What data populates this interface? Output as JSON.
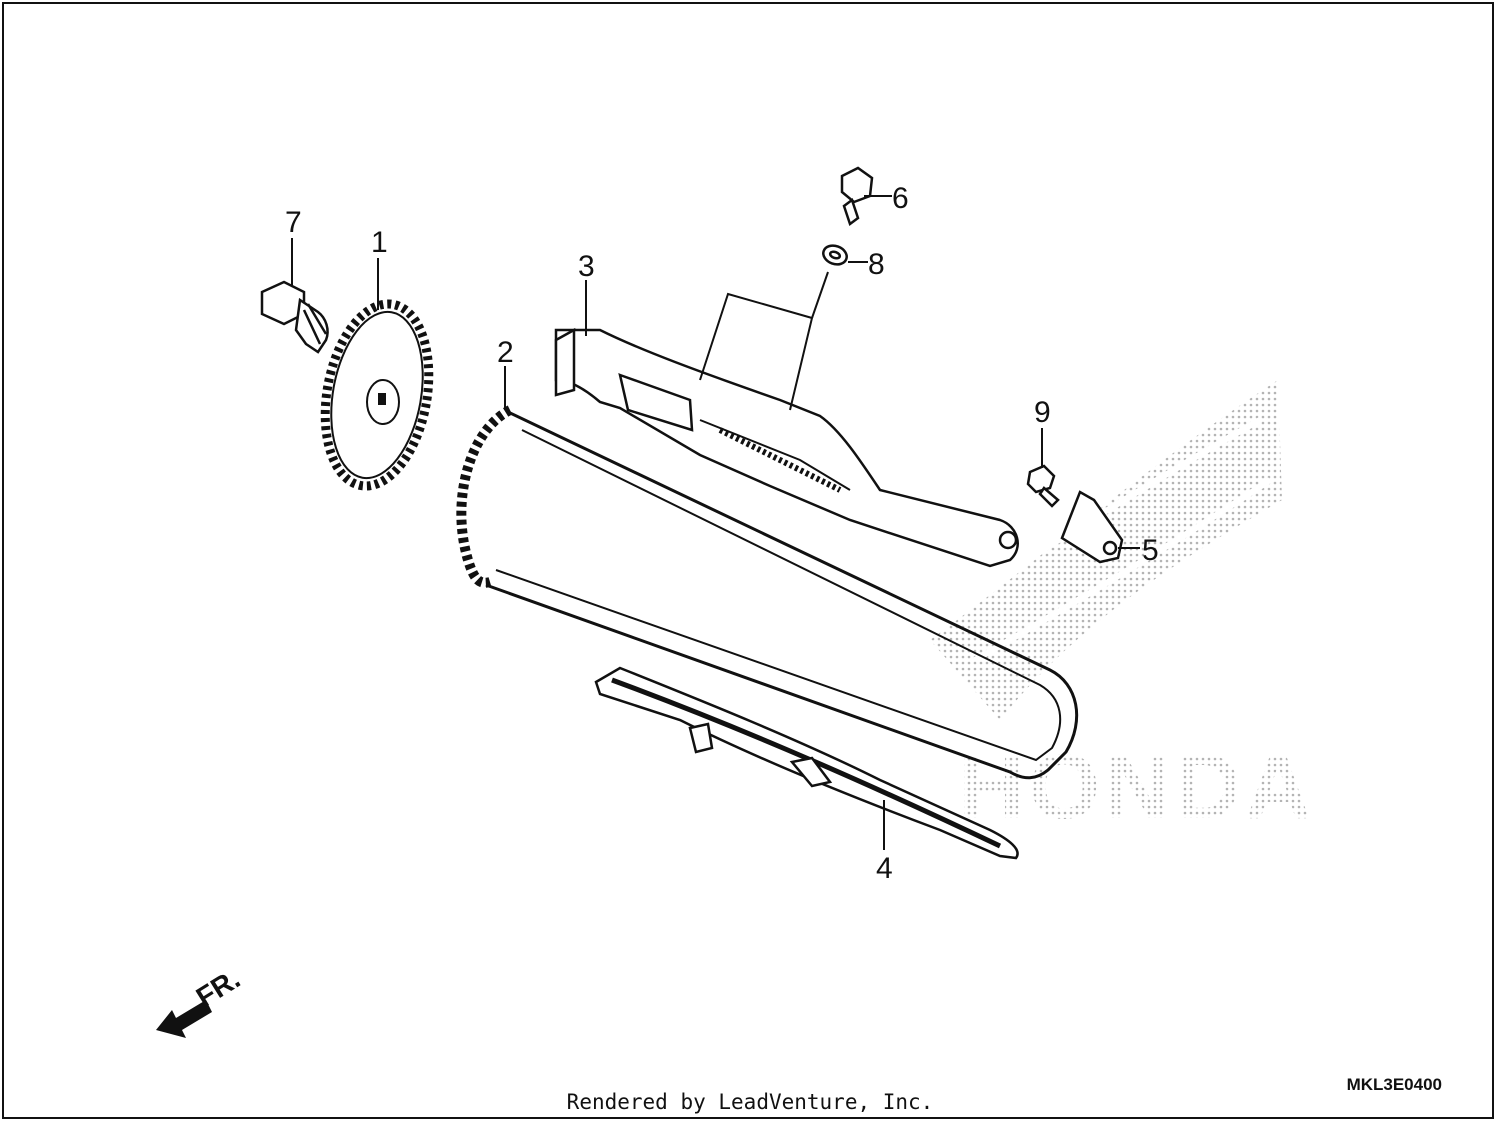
{
  "callouts": {
    "c1": "1",
    "c2": "2",
    "c3": "3",
    "c4": "4",
    "c5": "5",
    "c6": "6",
    "c7": "7",
    "c8": "8",
    "c9": "9"
  },
  "direction_label": "FR.",
  "watermark_text": "HONDA",
  "credit_text": "Rendered by LeadVenture, Inc.",
  "diagram_code": "MKL3E0400",
  "colors": {
    "ink": "#111111",
    "watermark": "#bdbdbd"
  }
}
